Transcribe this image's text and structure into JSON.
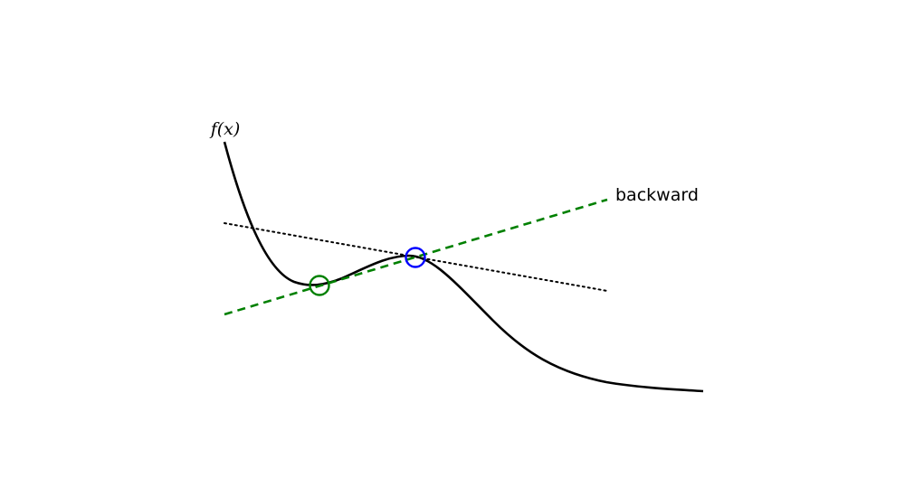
{
  "function_label": "f(x)",
  "line_label": "backward",
  "colors": {
    "curve": "#000000",
    "tangent": "#000000",
    "secant": "#008000",
    "start_point": "#0000ff",
    "backward_point": "#008000",
    "background": "#ffffff"
  },
  "line_styles": {
    "curve": "solid",
    "tangent": "dotted",
    "secant": "dashed"
  },
  "markers": {
    "start_point": "open-circle",
    "backward_point": "open-circle"
  }
}
